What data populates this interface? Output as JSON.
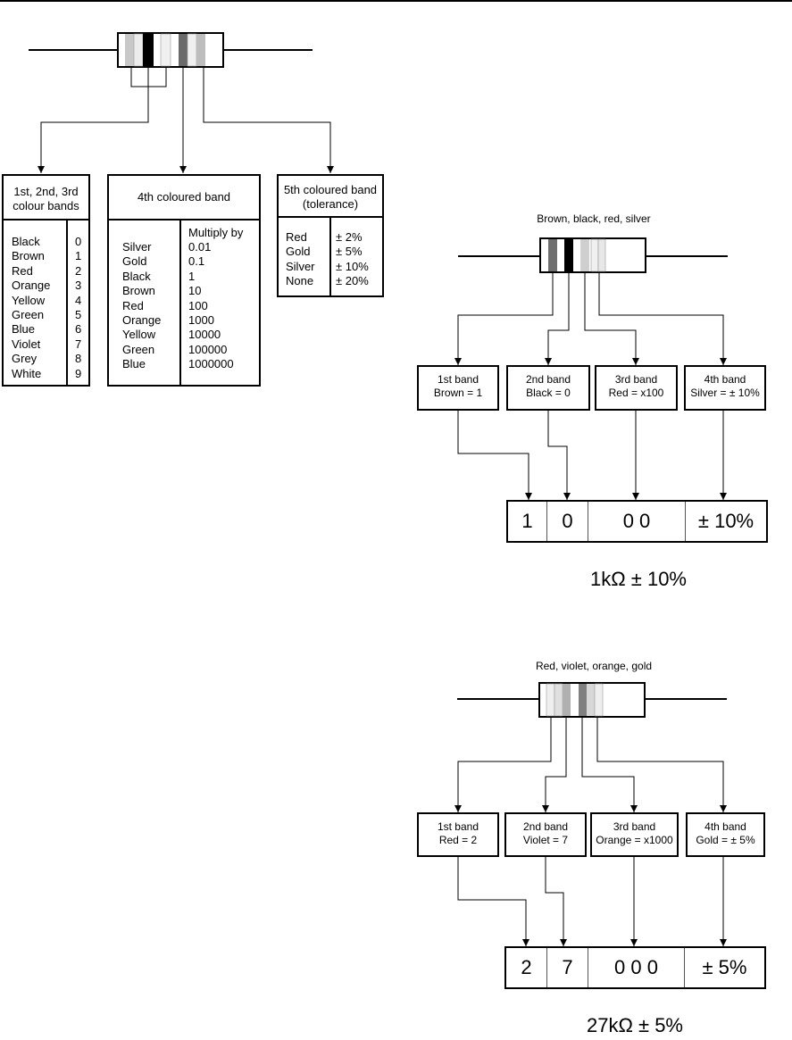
{
  "key": {
    "digits": {
      "header": "1st, 2nd, 3rd\ncolour bands",
      "colours": [
        "Black",
        "Brown",
        "Red",
        "Orange",
        "Yellow",
        "Green",
        "Blue",
        "Violet",
        "Grey",
        "White"
      ],
      "values": [
        "0",
        "1",
        "2",
        "3",
        "4",
        "5",
        "6",
        "7",
        "8",
        "9"
      ]
    },
    "multiplier": {
      "header": "4th coloured band",
      "column_label": "Multiply by",
      "colours": [
        "Silver",
        "Gold",
        "Black",
        "Brown",
        "Red",
        "Orange",
        "Yellow",
        "Green",
        "Blue"
      ],
      "values": [
        "0.01",
        "0.1",
        "1",
        "10",
        "100",
        "1000",
        "10000",
        "100000",
        "1000000"
      ]
    },
    "tolerance": {
      "header": "5th coloured band\n(tolerance)",
      "colours": [
        "Red",
        "Gold",
        "Silver",
        "None"
      ],
      "values": [
        "± 2%",
        "± 5%",
        "± 10%",
        "± 20%"
      ]
    }
  },
  "examples": [
    {
      "caption": "Brown, black, red, silver",
      "bands": [
        {
          "title": "1st band",
          "detail": "Brown = 1"
        },
        {
          "title": "2nd band",
          "detail": "Black = 0"
        },
        {
          "title": "3rd band",
          "detail": "Red = x100"
        },
        {
          "title": "4th band",
          "detail": "Silver = ± 10%"
        }
      ],
      "cells": [
        "1",
        "0",
        "0 0",
        "± 10%"
      ],
      "value": "1kΩ ± 10%"
    },
    {
      "caption": "Red, violet, orange, gold",
      "bands": [
        {
          "title": "1st band",
          "detail": "Red = 2"
        },
        {
          "title": "2nd band",
          "detail": "Violet = 7"
        },
        {
          "title": "3rd band",
          "detail": "Orange = x1000"
        },
        {
          "title": "4th band",
          "detail": "Gold = ± 5%"
        }
      ],
      "cells": [
        "2",
        "7",
        "0 0 0",
        "± 5%"
      ],
      "value": "27kΩ ± 5%"
    }
  ]
}
